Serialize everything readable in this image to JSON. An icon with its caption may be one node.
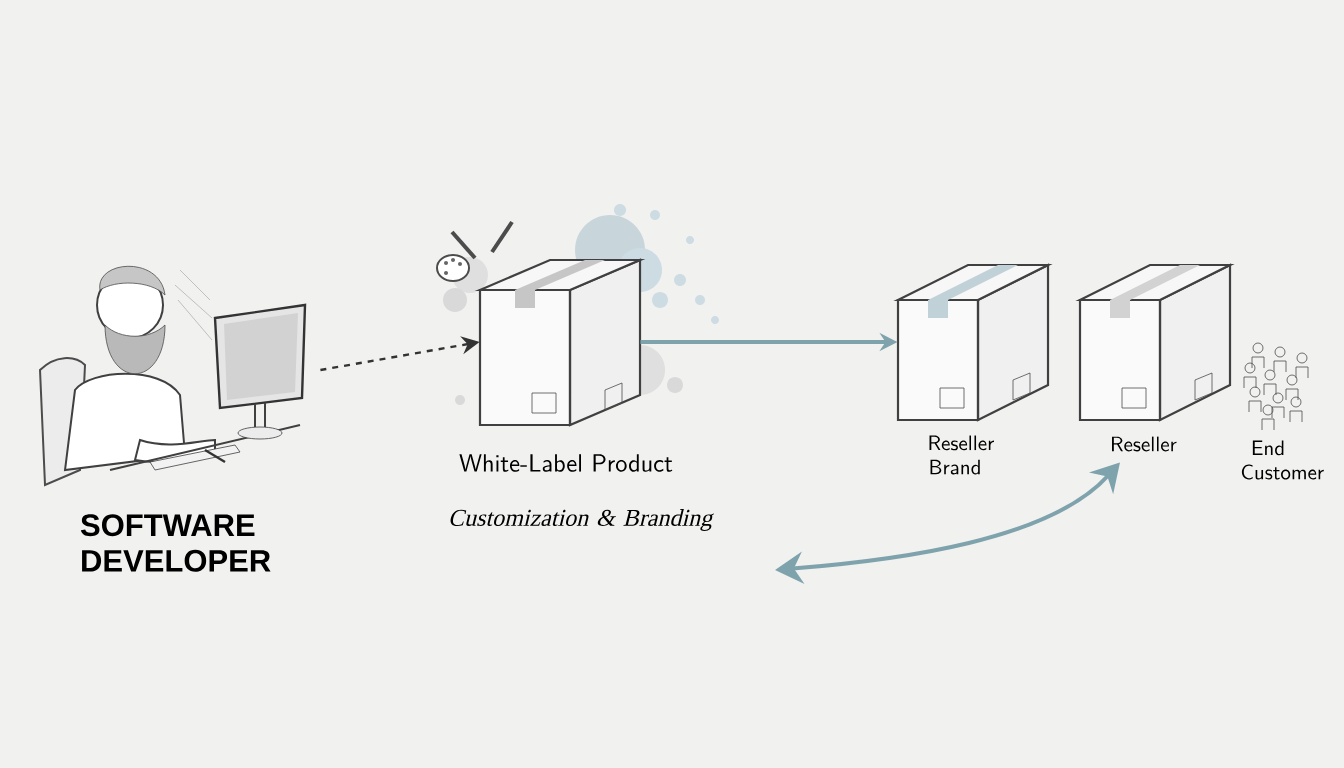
{
  "diagram": {
    "nodes": [
      {
        "text": [],
        "shape": "picture",
        "beside": [
          "SOFTWARE DEVELOPER"
        ]
      },
      {
        "text": [],
        "shape": "box",
        "beside": [
          "White-Label Product",
          "Customization & Branding"
        ]
      },
      {
        "text": [],
        "shape": "box",
        "beside": [
          "Reseller Brand"
        ]
      },
      {
        "text": [],
        "shape": "box",
        "beside": [
          "Reseller"
        ]
      },
      {
        "text": [],
        "shape": "picture",
        "beside": [
          "End Customer"
        ]
      }
    ],
    "edges": [
      {
        "from": 0,
        "to": 1,
        "arrow": "to",
        "style": "dashed",
        "color": "#333333"
      },
      {
        "from": 1,
        "to": 2,
        "arrow": "to"
      },
      {
        "from": null,
        "to": 3,
        "arrow": "both"
      }
    ]
  }
}
